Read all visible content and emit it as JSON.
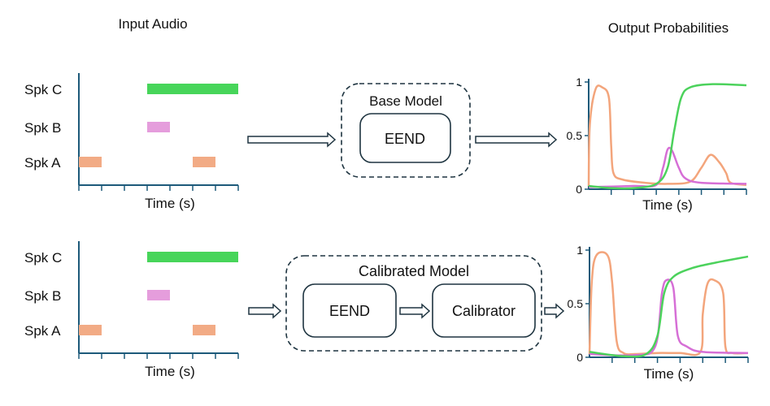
{
  "headings": {
    "input": "Input Audio",
    "output": "Output Probabilities"
  },
  "colors": {
    "spk_c": "#47d55a",
    "spk_b": "#e59ddc",
    "spk_a": "#f2ab85",
    "axis": "#1d5a7a",
    "curve_c": "#4cd25c",
    "curve_b": "#d66fd6",
    "curve_a": "#f3a57c",
    "box": "#1e3440"
  },
  "input_panels": [
    {
      "speakers": [
        "Spk C",
        "Spk B",
        "Spk A"
      ],
      "xlabel": "Time (s)",
      "segments": {
        "Spk C": [
          [
            3,
            7
          ]
        ],
        "Spk B": [
          [
            3,
            4
          ]
        ],
        "Spk A": [
          [
            0,
            1
          ],
          [
            5,
            6
          ]
        ]
      }
    },
    {
      "speakers": [
        "Spk C",
        "Spk B",
        "Spk A"
      ],
      "xlabel": "Time (s)",
      "segments": {
        "Spk C": [
          [
            3,
            7
          ]
        ],
        "Spk B": [
          [
            3,
            4
          ]
        ],
        "Spk A": [
          [
            0,
            1
          ],
          [
            5,
            6
          ]
        ]
      }
    }
  ],
  "models": {
    "base": {
      "title": "Base Model",
      "blocks": [
        "EEND"
      ]
    },
    "calibrated": {
      "title": "Calibrated Model",
      "blocks": [
        "EEND",
        "Calibrator"
      ]
    }
  },
  "chart_data": [
    {
      "type": "line",
      "xlabel": "Time (s)",
      "ylim": [
        0,
        1
      ],
      "xlim": [
        0,
        7
      ],
      "yticks": [
        "0",
        "0.5",
        "1"
      ],
      "series": [
        {
          "speaker": "Spk A",
          "color": "#f3a57c",
          "points": [
            [
              0,
              0.03
            ],
            [
              0.05,
              0.6
            ],
            [
              0.3,
              0.93
            ],
            [
              0.6,
              0.95
            ],
            [
              0.9,
              0.85
            ],
            [
              1.0,
              0.4
            ],
            [
              1.1,
              0.15
            ],
            [
              1.5,
              0.09
            ],
            [
              2.5,
              0.06
            ],
            [
              3.5,
              0.05
            ],
            [
              4.5,
              0.07
            ],
            [
              5.0,
              0.2
            ],
            [
              5.4,
              0.32
            ],
            [
              5.8,
              0.25
            ],
            [
              6.1,
              0.15
            ],
            [
              6.3,
              0.06
            ],
            [
              7,
              0.04
            ]
          ]
        },
        {
          "speaker": "Spk B",
          "color": "#d66fd6",
          "points": [
            [
              0,
              0.02
            ],
            [
              2,
              0.03
            ],
            [
              3,
              0.04
            ],
            [
              3.3,
              0.2
            ],
            [
              3.5,
              0.37
            ],
            [
              3.7,
              0.36
            ],
            [
              4.0,
              0.2
            ],
            [
              4.3,
              0.1
            ],
            [
              5,
              0.06
            ],
            [
              7,
              0.05
            ]
          ]
        },
        {
          "speaker": "Spk C",
          "color": "#4cd25c",
          "points": [
            [
              0,
              0.03
            ],
            [
              1,
              0.01
            ],
            [
              2,
              0.01
            ],
            [
              3,
              0.05
            ],
            [
              3.5,
              0.2
            ],
            [
              3.8,
              0.55
            ],
            [
              4.1,
              0.85
            ],
            [
              4.5,
              0.95
            ],
            [
              5.5,
              0.98
            ],
            [
              7,
              0.97
            ]
          ]
        }
      ]
    },
    {
      "type": "line",
      "xlabel": "Time (s)",
      "ylim": [
        0,
        1
      ],
      "xlim": [
        0,
        7
      ],
      "yticks": [
        "0",
        "0.5",
        "1"
      ],
      "series": [
        {
          "speaker": "Spk A",
          "color": "#f3a57c",
          "points": [
            [
              0,
              0.03
            ],
            [
              0.1,
              0.7
            ],
            [
              0.3,
              0.95
            ],
            [
              0.8,
              0.95
            ],
            [
              1.0,
              0.7
            ],
            [
              1.2,
              0.15
            ],
            [
              1.5,
              0.04
            ],
            [
              2,
              0.03
            ],
            [
              3,
              0.04
            ],
            [
              4,
              0.04
            ],
            [
              4.9,
              0.05
            ],
            [
              5.0,
              0.4
            ],
            [
              5.2,
              0.68
            ],
            [
              5.5,
              0.72
            ],
            [
              5.9,
              0.6
            ],
            [
              6.0,
              0.1
            ],
            [
              6.3,
              0.04
            ],
            [
              7,
              0.04
            ]
          ]
        },
        {
          "speaker": "Spk B",
          "color": "#d66fd6",
          "points": [
            [
              0,
              0.03
            ],
            [
              2,
              0.02
            ],
            [
              2.9,
              0.1
            ],
            [
              3.2,
              0.6
            ],
            [
              3.4,
              0.72
            ],
            [
              3.7,
              0.65
            ],
            [
              3.9,
              0.2
            ],
            [
              4.3,
              0.1
            ],
            [
              5,
              0.05
            ],
            [
              7,
              0.04
            ]
          ]
        },
        {
          "speaker": "Spk C",
          "color": "#4cd25c",
          "points": [
            [
              0,
              0.05
            ],
            [
              1.5,
              0.01
            ],
            [
              2.5,
              0.03
            ],
            [
              3,
              0.2
            ],
            [
              3.3,
              0.6
            ],
            [
              3.7,
              0.75
            ],
            [
              4.5,
              0.83
            ],
            [
              5.5,
              0.88
            ],
            [
              7,
              0.94
            ]
          ]
        }
      ]
    }
  ]
}
